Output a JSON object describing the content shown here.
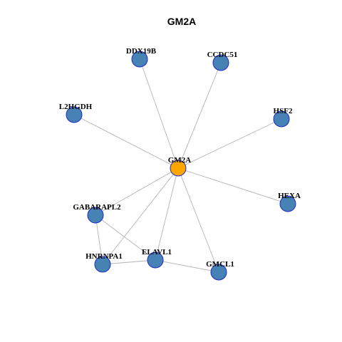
{
  "title": "GM2A",
  "colors": {
    "hub_fill": "#ffa500",
    "node_fill": "#4682b4",
    "node_stroke": "#1c2bc8",
    "edge": "#b4b4b4"
  },
  "nodes": [
    {
      "id": "GM2A",
      "label": "GM2A",
      "hub": true
    },
    {
      "id": "DDX19B",
      "label": "DDX19B"
    },
    {
      "id": "CCDC51",
      "label": "CCDC51"
    },
    {
      "id": "L2HGDH",
      "label": "L2HGDH"
    },
    {
      "id": "HSF2",
      "label": "HSF2"
    },
    {
      "id": "HEXA",
      "label": "HEXA"
    },
    {
      "id": "GABARAPL2",
      "label": "GABARAPL2"
    },
    {
      "id": "HNRNPA1",
      "label": "HNRNPA1"
    },
    {
      "id": "ELAVL1",
      "label": "ELAVL1"
    },
    {
      "id": "GMCL1",
      "label": "GMCL1"
    }
  ],
  "edges": [
    [
      "GM2A",
      "DDX19B"
    ],
    [
      "GM2A",
      "CCDC51"
    ],
    [
      "GM2A",
      "L2HGDH"
    ],
    [
      "GM2A",
      "HSF2"
    ],
    [
      "GM2A",
      "HEXA"
    ],
    [
      "GM2A",
      "GABARAPL2"
    ],
    [
      "GM2A",
      "HNRNPA1"
    ],
    [
      "GM2A",
      "ELAVL1"
    ],
    [
      "GM2A",
      "GMCL1"
    ],
    [
      "GABARAPL2",
      "HNRNPA1"
    ],
    [
      "GABARAPL2",
      "ELAVL1"
    ],
    [
      "HNRNPA1",
      "ELAVL1"
    ],
    [
      "ELAVL1",
      "GMCL1"
    ]
  ]
}
